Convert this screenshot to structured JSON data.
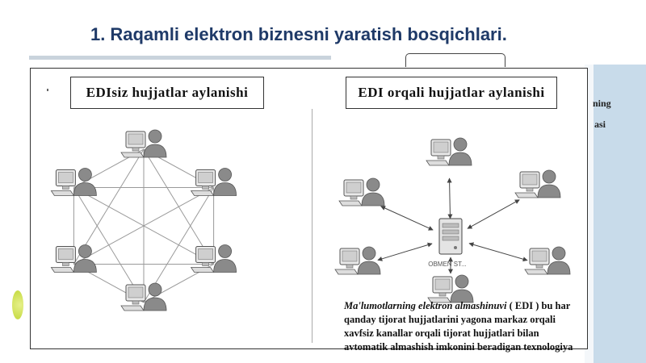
{
  "slide": {
    "number": "1.",
    "title": "Raqamli elektron biznesni yaratish bosqichlari."
  },
  "background_fragments": {
    "frag1": "ning",
    "frag2": "asi"
  },
  "diagram": {
    "left_label": "EDIsiz hujjatlar aylanishi",
    "right_label": "EDI orqali hujjatlar aylanishi",
    "server_label": "OBMEN ST...",
    "left_node_count": 6,
    "right_node_count": 6
  },
  "caption": {
    "term": "Ma'lumotlarning elektron almashinuvi",
    "line1_rest": " ( EDI ) bu har",
    "line2": "qanday tijorat hujjatlarini yagona markaz orqali",
    "line3": "xavfsiz kanallar orqali tijorat hujjatlari bilan",
    "line4": "avtomatik almashish imkonini beradigan texnologiya"
  },
  "colors": {
    "title": "#1f3a68",
    "accent_panel": "#c8dbea",
    "line": "#777777",
    "icon": "#8a8a8a"
  }
}
